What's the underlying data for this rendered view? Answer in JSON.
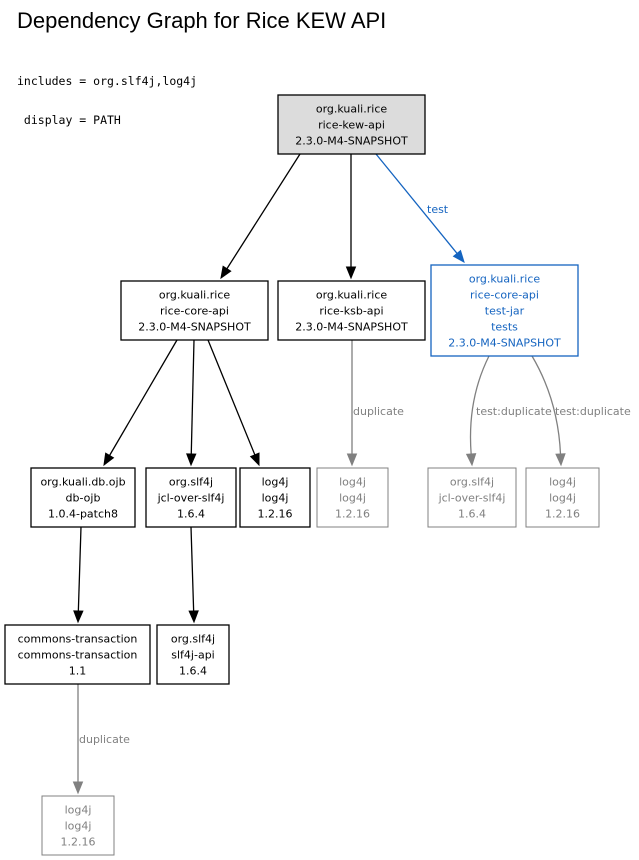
{
  "title": "Dependency Graph for Rice KEW API",
  "config_lines": [
    "includes = org.slf4j,log4j",
    " display = PATH"
  ],
  "colors": {
    "root_fill": "#dcdcdc",
    "normal": "#000000",
    "test": "#1564c0",
    "duplicate": "#808080"
  },
  "nodes": [
    {
      "id": "kew-api",
      "style": "root",
      "lines": [
        "org.kuali.rice",
        "rice-kew-api",
        "2.3.0-M4-SNAPSHOT"
      ]
    },
    {
      "id": "core-api",
      "style": "normal",
      "lines": [
        "org.kuali.rice",
        "rice-core-api",
        "2.3.0-M4-SNAPSHOT"
      ]
    },
    {
      "id": "ksb-api",
      "style": "normal",
      "lines": [
        "org.kuali.rice",
        "rice-ksb-api",
        "2.3.0-M4-SNAPSHOT"
      ]
    },
    {
      "id": "core-api-test",
      "style": "test",
      "lines": [
        "org.kuali.rice",
        "rice-core-api",
        "test-jar",
        "tests",
        "2.3.0-M4-SNAPSHOT"
      ]
    },
    {
      "id": "db-ojb",
      "style": "normal",
      "lines": [
        "org.kuali.db.ojb",
        "db-ojb",
        "1.0.4-patch8"
      ]
    },
    {
      "id": "jcl-over-slf4j",
      "style": "normal",
      "lines": [
        "org.slf4j",
        "jcl-over-slf4j",
        "1.6.4"
      ]
    },
    {
      "id": "log4j-1",
      "style": "normal",
      "lines": [
        "log4j",
        "log4j",
        "1.2.16"
      ]
    },
    {
      "id": "log4j-dup-ksb",
      "style": "duplicate",
      "lines": [
        "log4j",
        "log4j",
        "1.2.16"
      ]
    },
    {
      "id": "jcl-dup-test",
      "style": "duplicate",
      "lines": [
        "org.slf4j",
        "jcl-over-slf4j",
        "1.6.4"
      ]
    },
    {
      "id": "log4j-dup-test",
      "style": "duplicate",
      "lines": [
        "log4j",
        "log4j",
        "1.2.16"
      ]
    },
    {
      "id": "commons-transaction",
      "style": "normal",
      "lines": [
        "commons-transaction",
        "commons-transaction",
        "1.1"
      ]
    },
    {
      "id": "slf4j-api",
      "style": "normal",
      "lines": [
        "org.slf4j",
        "slf4j-api",
        "1.6.4"
      ]
    },
    {
      "id": "log4j-dup-ct",
      "style": "duplicate",
      "lines": [
        "log4j",
        "log4j",
        "1.2.16"
      ]
    }
  ],
  "edges": [
    {
      "from": "kew-api",
      "to": "core-api",
      "style": "normal",
      "label": ""
    },
    {
      "from": "kew-api",
      "to": "ksb-api",
      "style": "normal",
      "label": ""
    },
    {
      "from": "kew-api",
      "to": "core-api-test",
      "style": "test",
      "label": "test"
    },
    {
      "from": "core-api",
      "to": "db-ojb",
      "style": "normal",
      "label": ""
    },
    {
      "from": "core-api",
      "to": "jcl-over-slf4j",
      "style": "normal",
      "label": ""
    },
    {
      "from": "core-api",
      "to": "log4j-1",
      "style": "normal",
      "label": ""
    },
    {
      "from": "ksb-api",
      "to": "log4j-dup-ksb",
      "style": "duplicate",
      "label": "duplicate"
    },
    {
      "from": "core-api-test",
      "to": "jcl-dup-test",
      "style": "duplicate",
      "label": "test:duplicate"
    },
    {
      "from": "core-api-test",
      "to": "log4j-dup-test",
      "style": "duplicate",
      "label": "test:duplicate"
    },
    {
      "from": "db-ojb",
      "to": "commons-transaction",
      "style": "normal",
      "label": ""
    },
    {
      "from": "jcl-over-slf4j",
      "to": "slf4j-api",
      "style": "normal",
      "label": ""
    },
    {
      "from": "commons-transaction",
      "to": "log4j-dup-ct",
      "style": "duplicate",
      "label": "duplicate"
    }
  ]
}
